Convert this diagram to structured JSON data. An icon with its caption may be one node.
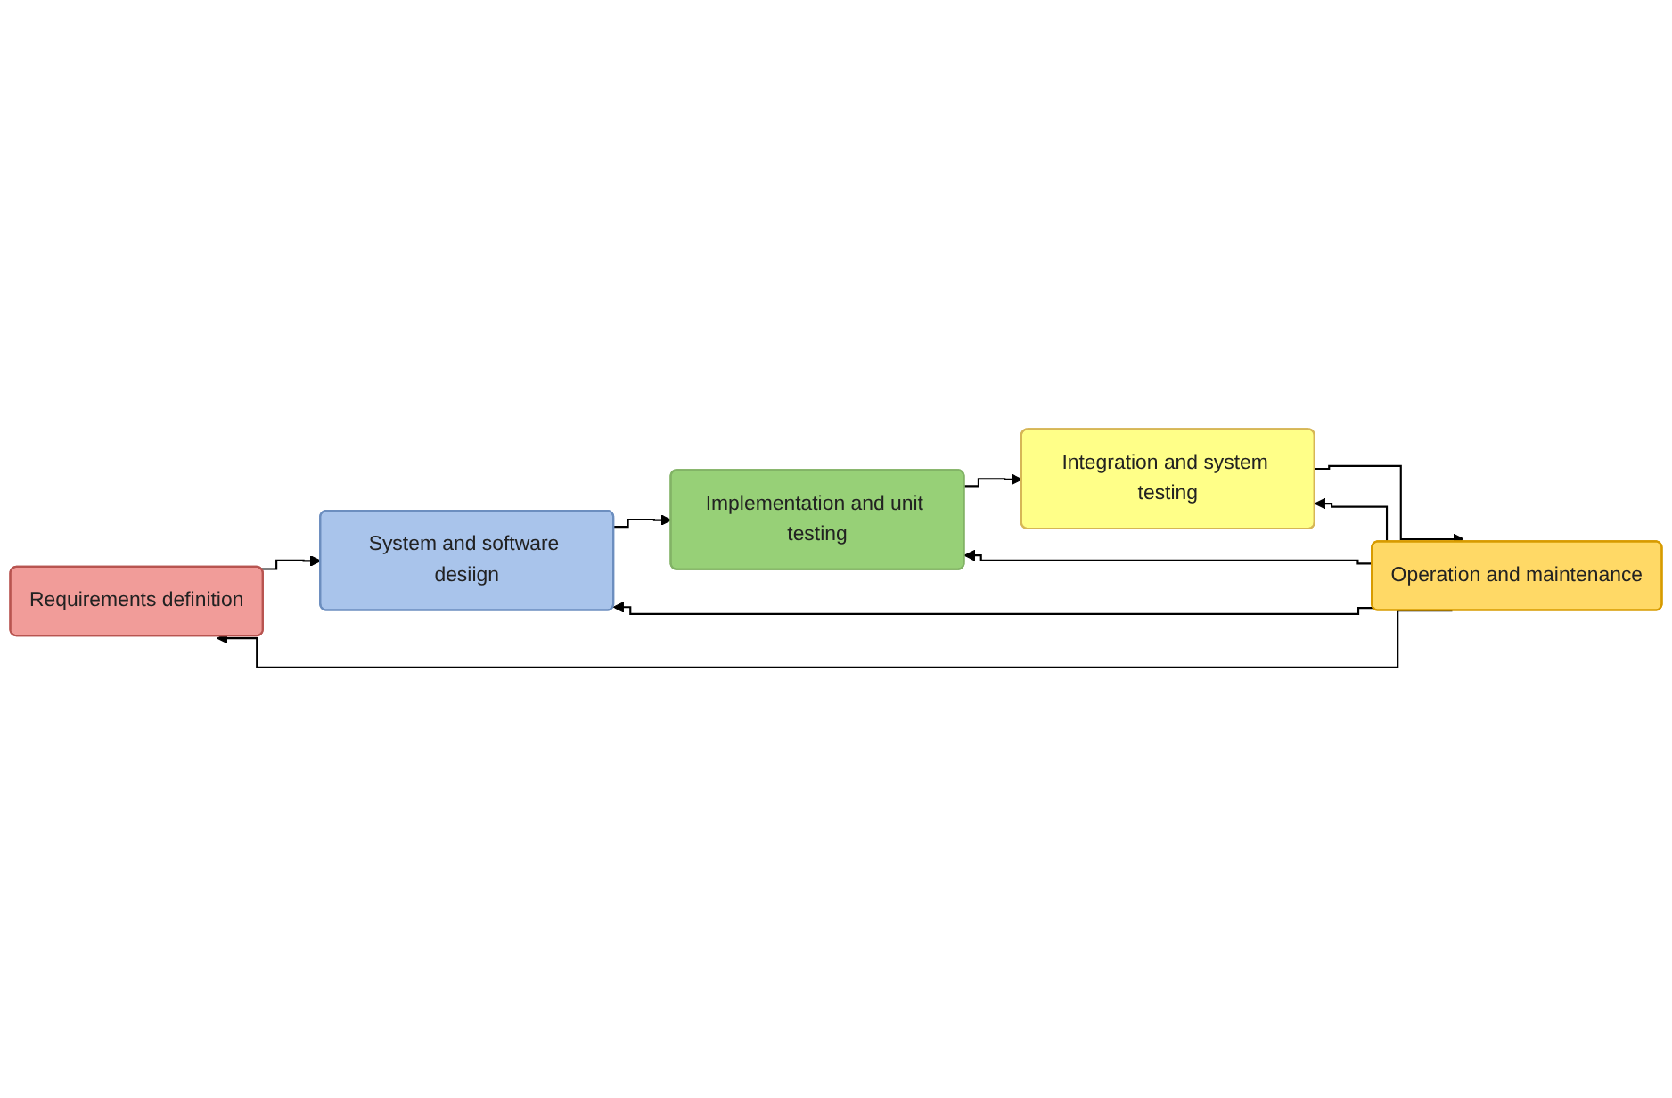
{
  "diagram": {
    "nodes": [
      {
        "text": [
          "Requirements definition"
        ]
      },
      {
        "text": [
          "System and software desiign"
        ]
      },
      {
        "text": [
          "Implementation and unit testing"
        ]
      },
      {
        "text": [
          "Integration and system testing"
        ]
      },
      {
        "text": [
          "Operation and maintenance"
        ]
      }
    ],
    "edges": [
      {
        "from": 0,
        "to": 1,
        "arrow": "to"
      },
      {
        "from": 1,
        "to": 2,
        "arrow": "to"
      },
      {
        "from": 2,
        "to": 3,
        "arrow": "to"
      },
      {
        "from": 3,
        "to": 4,
        "arrow": "to"
      },
      {
        "from": 4,
        "to": 0,
        "arrow": "to"
      },
      {
        "from": 4,
        "to": 1,
        "arrow": "to"
      },
      {
        "from": 4,
        "to": 2,
        "arrow": "to"
      },
      {
        "from": 4,
        "to": 3,
        "arrow": "to"
      }
    ]
  }
}
